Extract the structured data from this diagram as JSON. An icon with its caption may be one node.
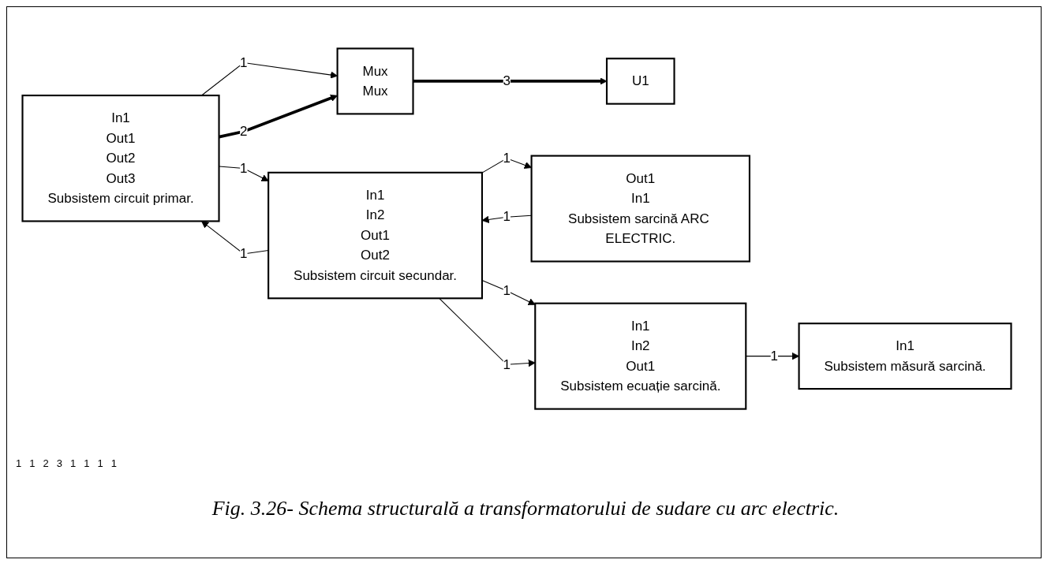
{
  "diagram": {
    "caption": "Fig. 3.26- Schema structurală a transformatorului de sudare cu arc electric.",
    "nodes": [
      {
        "text": [
          "In1",
          "Out1",
          "Out2",
          "Out3",
          "Subsistem circuit primar."
        ]
      },
      {
        "text": [
          "Mux",
          "Mux"
        ]
      },
      {
        "text": [
          "U1"
        ]
      },
      {
        "text": [
          "In1",
          "In2",
          "Out1",
          "Out2",
          "Subsistem circuit secundar."
        ]
      },
      {
        "text": [
          "Out1",
          "In1",
          "Subsistem sarcină ARC ELECTRIC."
        ]
      },
      {
        "text": [
          "In1",
          "In2",
          "Out1",
          "Subsistem ecuație sarcină."
        ]
      },
      {
        "text": [
          "In1",
          "Subsistem măsură sarcină."
        ]
      }
    ],
    "edges": [
      {
        "from": 3,
        "to": 0,
        "arrow": "to",
        "label": "1"
      },
      {
        "from": 0,
        "to": 3,
        "arrow": "to",
        "label": "1"
      },
      {
        "from": 0,
        "to": 1,
        "arrow": "to",
        "label": "1"
      },
      {
        "from": 0,
        "to": 1,
        "arrow": "to",
        "label": "2",
        "style": "thick"
      },
      {
        "from": 1,
        "to": 2,
        "arrow": "to",
        "label": "3",
        "style": "thick"
      },
      {
        "from": 3,
        "to": 5,
        "arrow": "to",
        "label": "1"
      },
      {
        "from": 3,
        "to": 5,
        "arrow": "to",
        "label": "1"
      },
      {
        "from": 3,
        "to": 4,
        "arrow": "to",
        "label": "1"
      },
      {
        "from": 4,
        "to": 3,
        "arrow": "to",
        "label": "1"
      },
      {
        "from": 5,
        "to": 6,
        "arrow": "to",
        "label": "1"
      }
    ],
    "labels": [
      "1",
      "1",
      "2",
      "3",
      "1",
      "1",
      "1",
      "1"
    ]
  }
}
